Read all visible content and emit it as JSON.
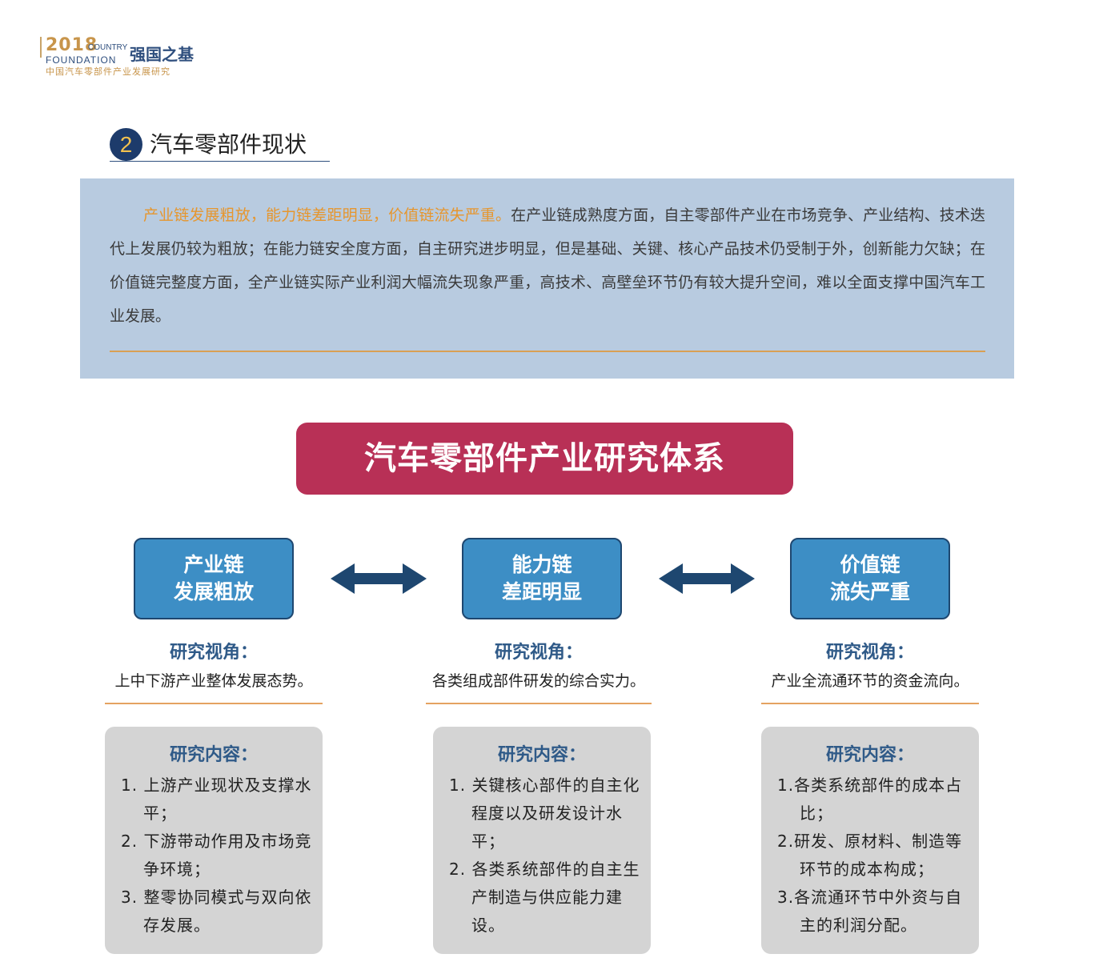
{
  "header": {
    "year": "2018",
    "country": "COUNTRY",
    "foundation": "FOUNDATION",
    "brand": "强国之基",
    "subtitle": "中国汽车零部件产业发展研究"
  },
  "section": {
    "number": "2",
    "title": "汽车零部件现状"
  },
  "panel": {
    "highlight": "产业链发展粗放，能力链差距明显，价值链流失严重。",
    "body": "在产业链成熟度方面，自主零部件产业在市场竞争、产业结构、技术迭代上发展仍较为粗放；在能力链安全度方面，自主研究进步明显，但是基础、关键、核心产品技术仍受制于外，创新能力欠缺；在价值链完整度方面，全产业链实际产业利润大幅流失现象严重，高技术、高壁垒环节仍有较大提升空间，难以全面支撑中国汽车工业发展。"
  },
  "diagram": {
    "title": "汽车零部件产业研究体系",
    "columns": [
      {
        "chain_line1": "产业链",
        "chain_line2": "发展粗放",
        "perspective_heading": "研究视角：",
        "perspective_text": "上中下游产业整体发展态势。",
        "content_heading": "研究内容：",
        "items": [
          "1. 上游产业现状及支撑水平；",
          "2. 下游带动作用及市场竞争环境；",
          "3. 整零协同模式与双向依存发展。"
        ]
      },
      {
        "chain_line1": "能力链",
        "chain_line2": "差距明显",
        "perspective_heading": "研究视角：",
        "perspective_text": "各类组成部件研发的综合实力。",
        "content_heading": "研究内容：",
        "items": [
          "1. 关键核心部件的自主化程度以及研发设计水平；",
          "2. 各类系统部件的自主生产制造与供应能力建设。"
        ]
      },
      {
        "chain_line1": "价值链",
        "chain_line2": "流失严重",
        "perspective_heading": "研究视角：",
        "perspective_text": "产业全流通环节的资金流向。",
        "content_heading": "研究内容：",
        "items": [
          "1.各类系统部件的成本占比；",
          "2.研发、原材料、制造等环节的成本构成；",
          "3.各流通环节中外资与自主的利润分配。"
        ]
      }
    ]
  },
  "colors": {
    "title_red": "#b83056",
    "chain_blue": "#3d8ec5",
    "arrow_navy": "#1e4770",
    "panel_blue": "#b8cbe0",
    "accent_orange": "#e6962e"
  }
}
